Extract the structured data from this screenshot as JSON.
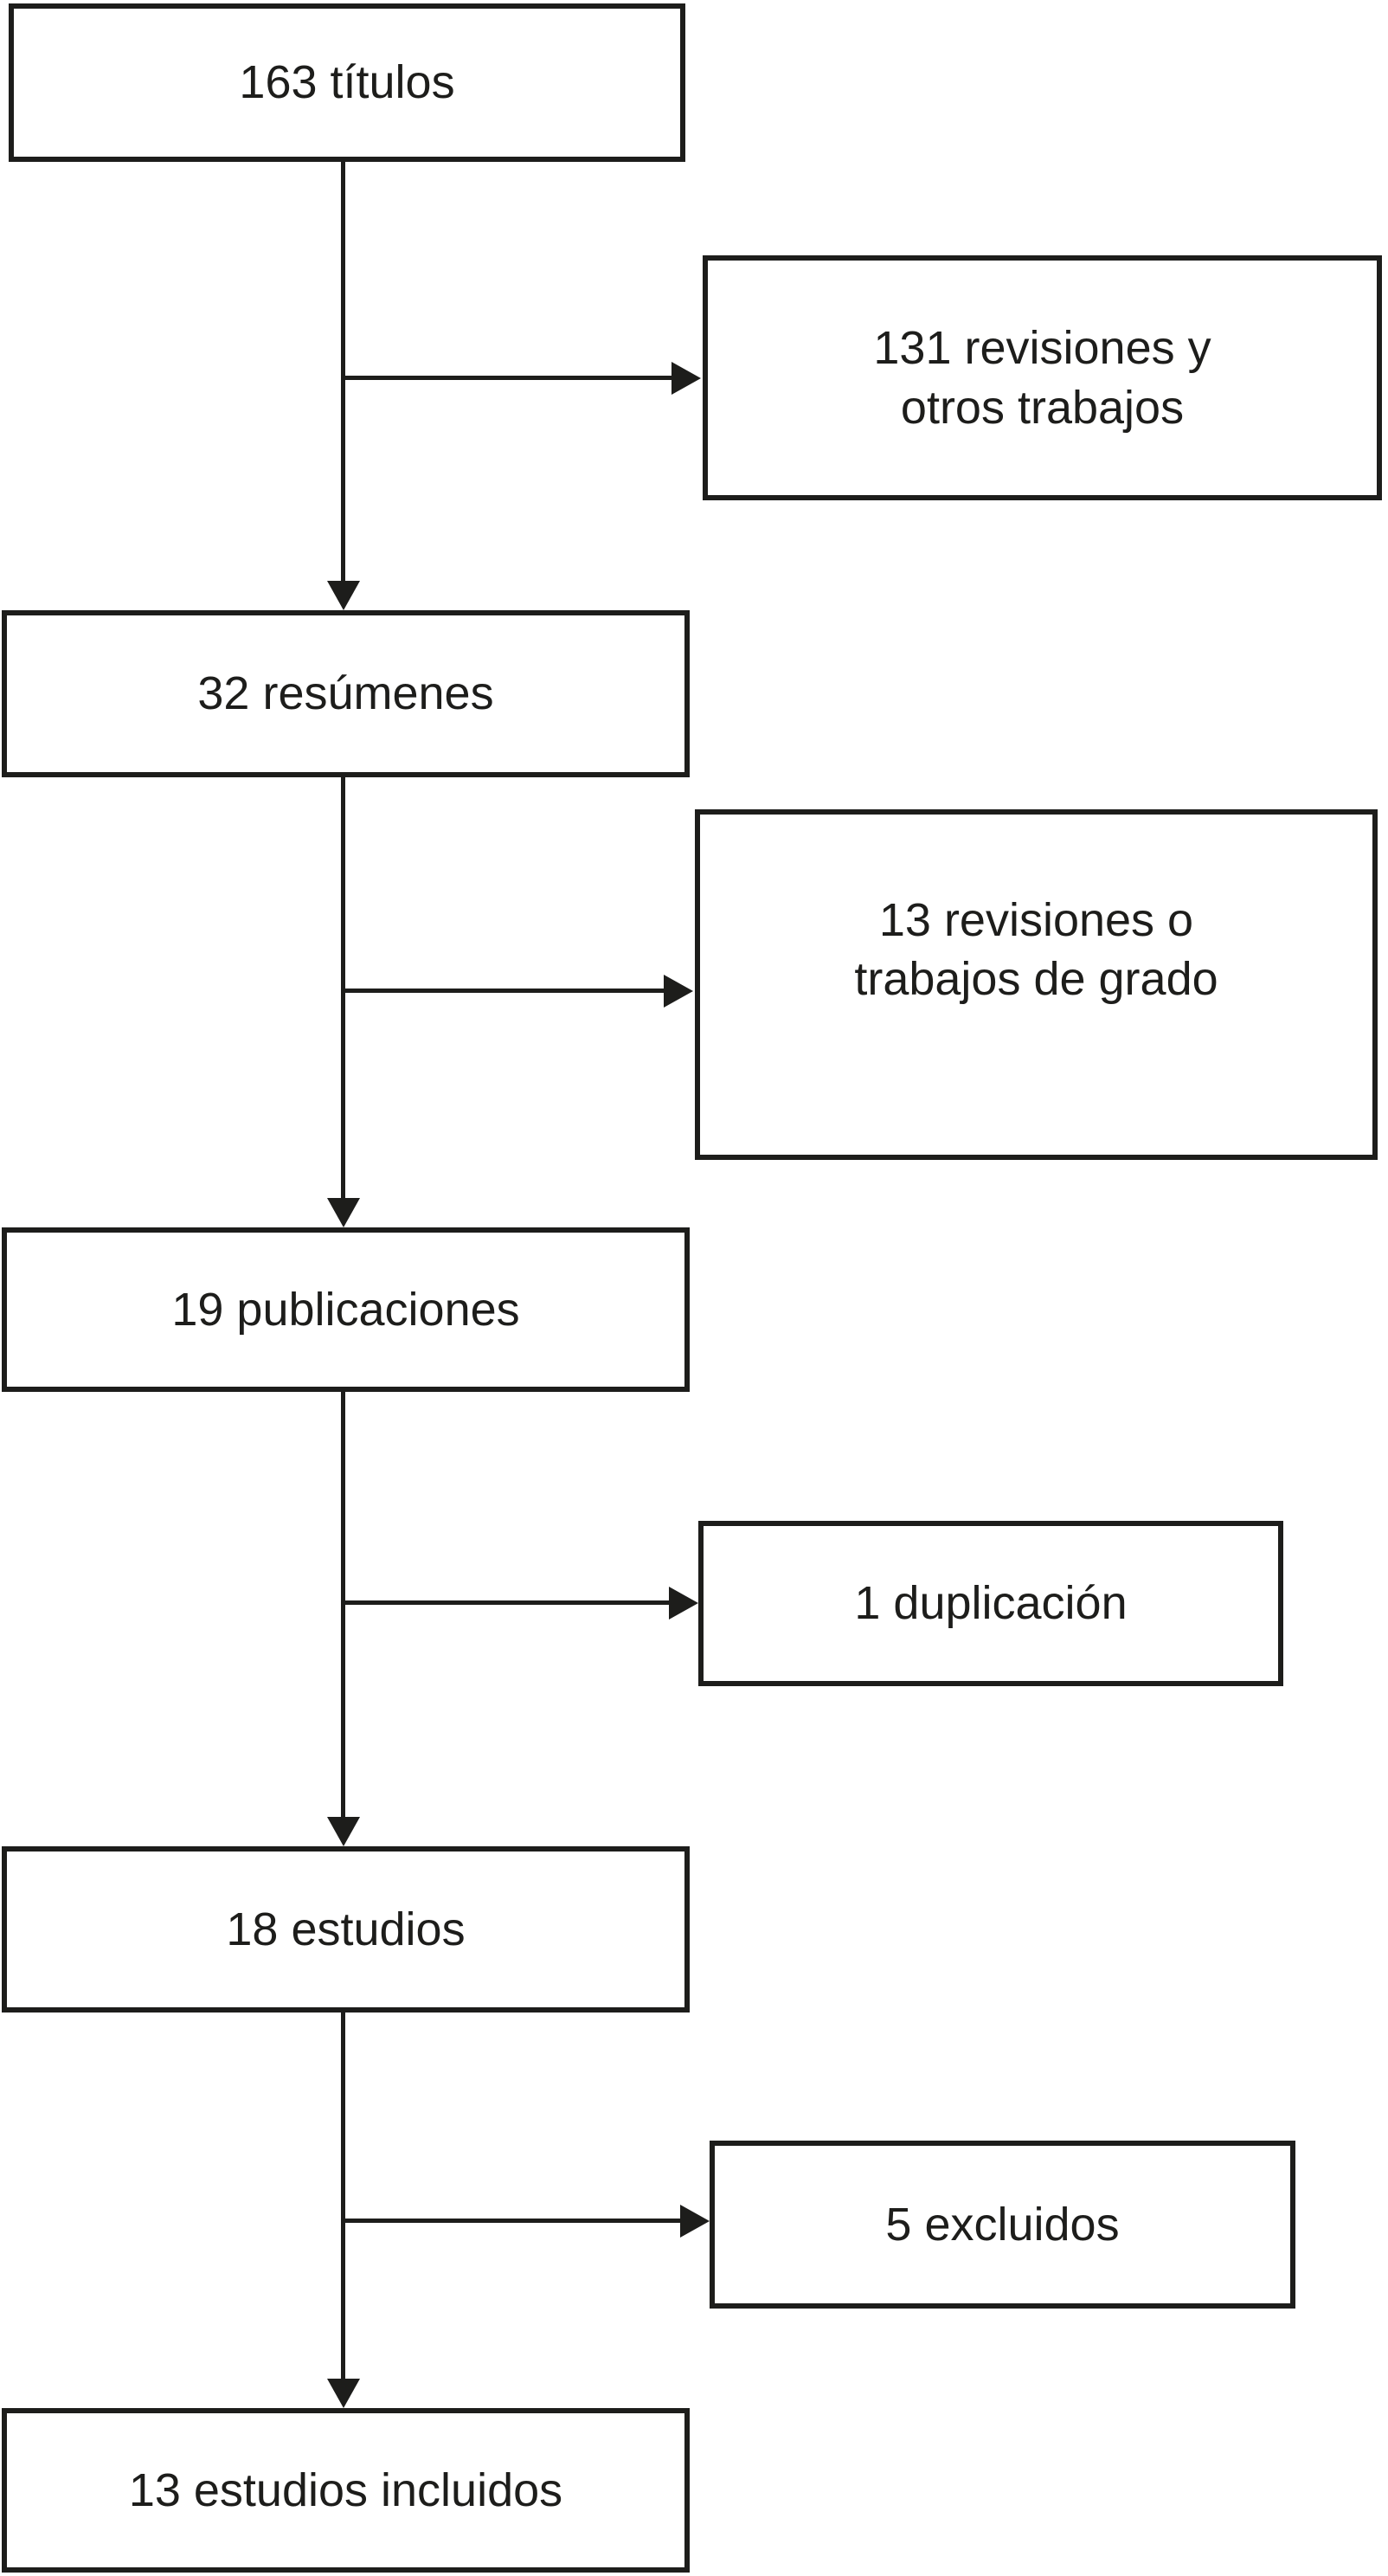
{
  "colors": {
    "ink": "#1d1d1b",
    "background": "#ffffff"
  },
  "nodes": {
    "titulos": {
      "label": "163 títulos"
    },
    "revisiones_otros": {
      "label": "131 revisiones y\notros trabajos"
    },
    "resumenes": {
      "label": "32 resúmenes"
    },
    "revisiones_grado": {
      "label": "13 revisiones o\ntrabajos de grado"
    },
    "publicaciones": {
      "label": "19 publicaciones"
    },
    "duplicacion": {
      "label": "1 duplicación"
    },
    "estudios": {
      "label": "18 estudios"
    },
    "excluidos": {
      "label": "5 excluidos"
    },
    "incluidos": {
      "label": "13 estudios incluidos"
    }
  }
}
